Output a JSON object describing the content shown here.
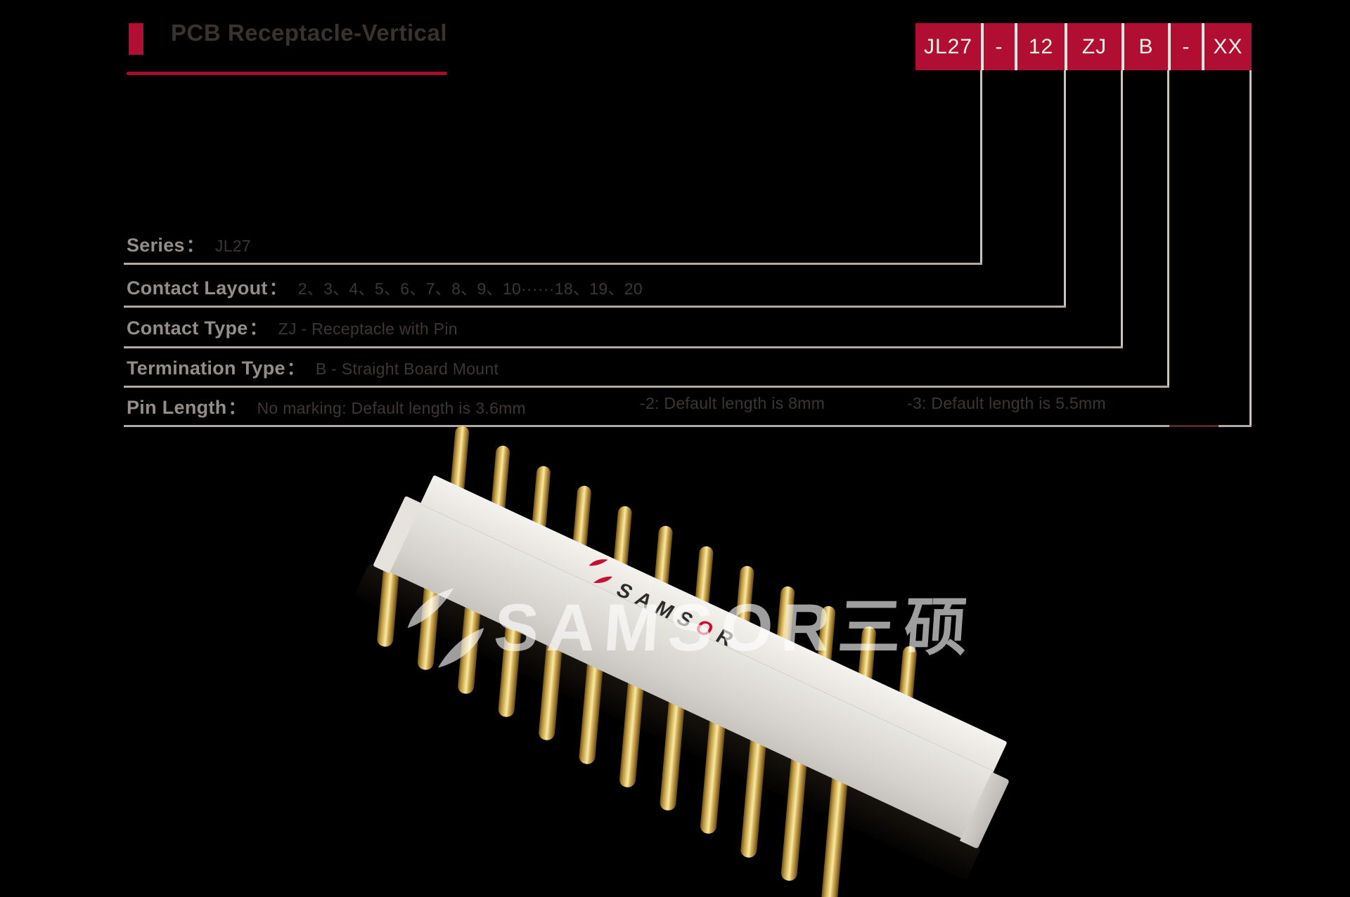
{
  "header": {
    "title": "PCB Receptacle-Vertical"
  },
  "part_number": {
    "segments": [
      {
        "text": "JL27"
      },
      {
        "text": "-"
      },
      {
        "text": "12"
      },
      {
        "text": "ZJ"
      },
      {
        "text": "B"
      },
      {
        "text": "-"
      },
      {
        "text": "XX"
      }
    ]
  },
  "label_separator": "：",
  "spec_rows": [
    {
      "label": "Series",
      "value": "JL27"
    },
    {
      "label": "Contact Layout",
      "value": "2、3、4、5、6、7、8、9、10······18、19、20"
    },
    {
      "label": "Contact Type",
      "value": "ZJ - Receptacle with Pin"
    },
    {
      "label": "Termination Type",
      "value": "B - Straight Board Mount"
    },
    {
      "label": "Pin Length",
      "value": "No marking: Default length is 3.6mm",
      "value2": "-2: Default length is 8mm",
      "value3": "-3: Default length is 5.5mm"
    }
  ],
  "product": {
    "logo_pre": "SAMS",
    "logo_accent": "O",
    "logo_post": "R",
    "watermark_text": "SAMSOR",
    "watermark_cjk": "三硕",
    "pins_per_row": 12
  },
  "colors": {
    "accent_red": "#b00e33",
    "underline_red": "#a30e2f",
    "rule_gray": "#b2a9a3",
    "label_gray": "#948d89",
    "value_dark": "#3d3634",
    "logo_red": "#c41236",
    "pin_gold": "#ead37f",
    "body_white": "#dcd9d4"
  }
}
